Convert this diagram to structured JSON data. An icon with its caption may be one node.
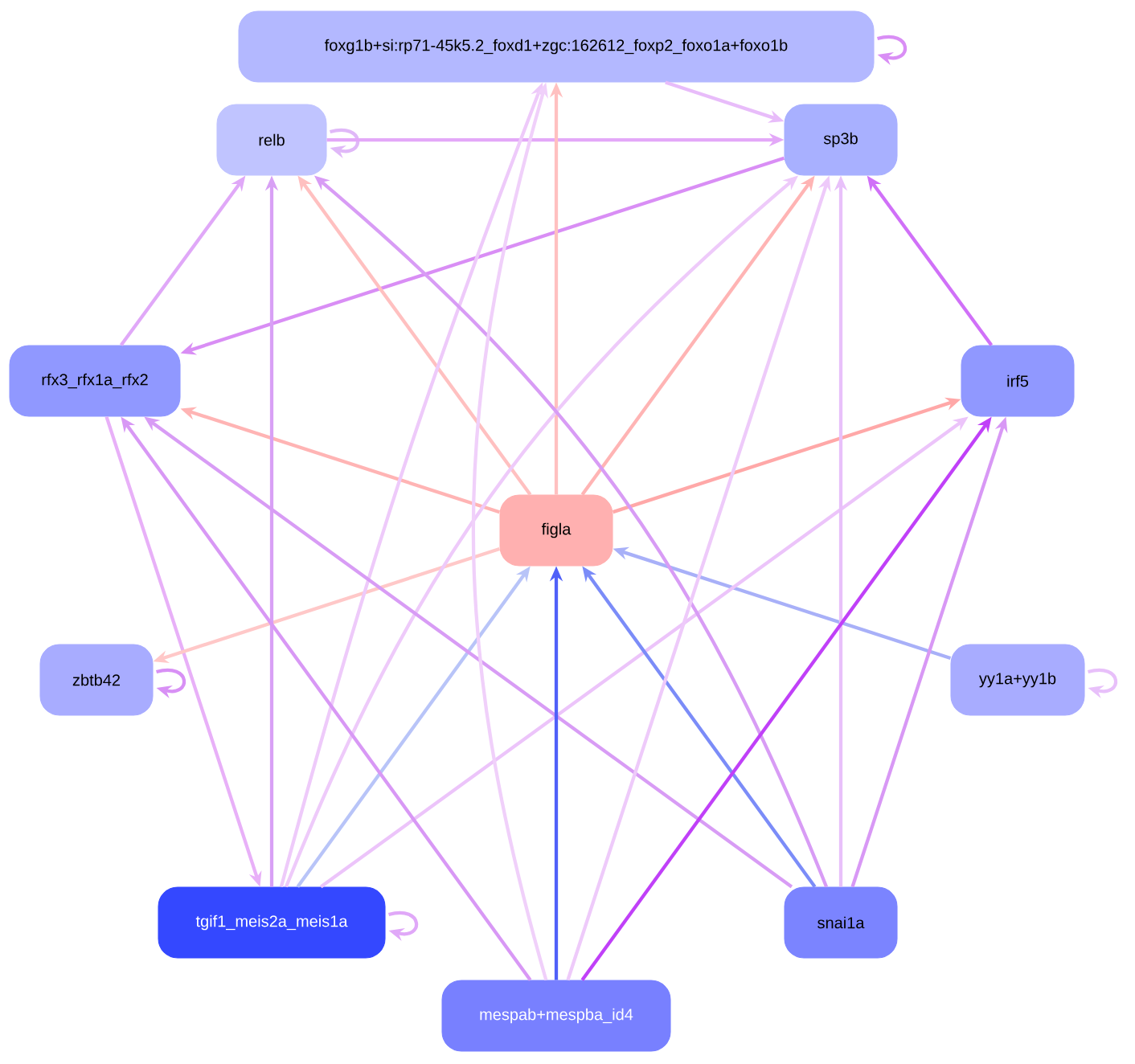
{
  "diagram": {
    "nodes": [
      {
        "text": [
          "foxg1b+si:rp71-45k5.2_foxd1+zgc:162612_foxp2_foxo1a+foxo1b"
        ]
      },
      {
        "text": [
          "relb"
        ]
      },
      {
        "text": [
          "sp3b"
        ]
      },
      {
        "text": [
          "rfx3_rfx1a_rfx2"
        ]
      },
      {
        "text": [
          "irf5"
        ]
      },
      {
        "text": [
          "figla"
        ]
      },
      {
        "text": [
          "zbtb42"
        ]
      },
      {
        "text": [
          "yy1a+yy1b"
        ]
      },
      {
        "text": [
          "tgif1_meis2a_meis1a"
        ]
      },
      {
        "text": [
          "snai1a"
        ]
      },
      {
        "text": [
          "mespab+mespba_id4"
        ]
      }
    ],
    "edges": [
      {
        "from": 0,
        "to": 0,
        "arrow": "to",
        "color": "#d98ef5"
      },
      {
        "from": 0,
        "to": 2,
        "arrow": "to",
        "color": "#e8bcfa"
      },
      {
        "from": 1,
        "to": 1,
        "arrow": "to",
        "color": "#e0b8f8"
      },
      {
        "from": 1,
        "to": 2,
        "arrow": "to",
        "color": "#e3a8f8"
      },
      {
        "from": 2,
        "to": 3,
        "arrow": "to",
        "color": "#d98ef5"
      },
      {
        "from": 3,
        "to": 1,
        "arrow": "to",
        "color": "#e0a8f8"
      },
      {
        "from": 3,
        "to": 8,
        "arrow": "to",
        "color": "#e8b0f8"
      },
      {
        "from": 4,
        "to": 2,
        "arrow": "to",
        "color": "#d070f8"
      },
      {
        "from": 5,
        "to": 0,
        "arrow": "to",
        "color": "#ffc0c0"
      },
      {
        "from": 5,
        "to": 1,
        "arrow": "to",
        "color": "#ffc0c0"
      },
      {
        "from": 5,
        "to": 2,
        "arrow": "to",
        "color": "#ffb4b4"
      },
      {
        "from": 5,
        "to": 3,
        "arrow": "to",
        "color": "#ffb4b4"
      },
      {
        "from": 5,
        "to": 4,
        "arrow": "to",
        "color": "#ffa8a8"
      },
      {
        "from": 5,
        "to": 6,
        "arrow": "to",
        "color": "#ffc8c8"
      },
      {
        "from": 6,
        "to": 6,
        "arrow": "to",
        "color": "#d890f5"
      },
      {
        "from": 7,
        "to": 5,
        "arrow": "to",
        "color": "#a8b0f8"
      },
      {
        "from": 7,
        "to": 7,
        "arrow": "to",
        "color": "#e8c0fa"
      },
      {
        "from": 8,
        "to": 0,
        "arrow": "to",
        "color": "#eecafa"
      },
      {
        "from": 8,
        "to": 1,
        "arrow": "to",
        "color": "#d8a0f5"
      },
      {
        "from": 8,
        "to": 2,
        "arrow": "to",
        "color": "#eecafa"
      },
      {
        "from": 8,
        "to": 4,
        "arrow": "to",
        "color": "#ecc4fa"
      },
      {
        "from": 8,
        "to": 5,
        "arrow": "to",
        "color": "#b8c4f8"
      },
      {
        "from": 8,
        "to": 8,
        "arrow": "to",
        "color": "#e0a8f8"
      },
      {
        "from": 9,
        "to": 1,
        "arrow": "to",
        "color": "#d89cf5"
      },
      {
        "from": 9,
        "to": 2,
        "arrow": "to",
        "color": "#e8c0fa"
      },
      {
        "from": 9,
        "to": 3,
        "arrow": "to",
        "color": "#d89cf5"
      },
      {
        "from": 9,
        "to": 4,
        "arrow": "to",
        "color": "#d898f5"
      },
      {
        "from": 9,
        "to": 5,
        "arrow": "to",
        "color": "#7b8cf8"
      },
      {
        "from": 10,
        "to": 0,
        "arrow": "to",
        "color": "#f0d0fa"
      },
      {
        "from": 10,
        "to": 2,
        "arrow": "to",
        "color": "#eecafa"
      },
      {
        "from": 10,
        "to": 3,
        "arrow": "to",
        "color": "#d898f5"
      },
      {
        "from": 10,
        "to": 4,
        "arrow": "to",
        "color": "#c040f8"
      },
      {
        "from": 10,
        "to": 5,
        "arrow": "to",
        "color": "#5060f8"
      }
    ]
  }
}
